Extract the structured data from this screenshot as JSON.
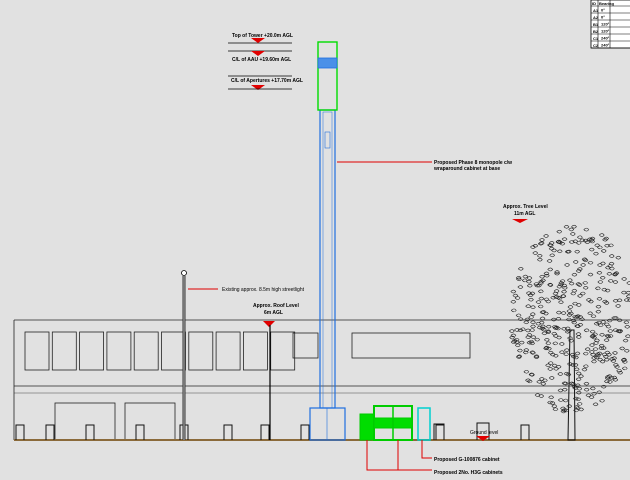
{
  "levels": {
    "top_of_tower": "Top of Tower +20.0m AGL",
    "cl_aau": "C/L of AAU +19.60m AGL",
    "cl_apertures": "C/L of Apertures +17.70m AGL",
    "tree_level_1": "Approx. Tree Level",
    "tree_level_2": "11m AGL",
    "roof_level_1": "Approx. Roof Level",
    "roof_level_2": "6m AGL",
    "ground_level": "Ground level"
  },
  "annotations": {
    "monopole_1": "Proposed Phase 8 monopole c/w",
    "monopole_2": "wraparound cabinet at base",
    "streetlight": "Existing approx. 8.5m high streetlight",
    "g_cabinet": "Proposed G-100876 cabinet",
    "h3g_cabinets": "Proposed 2No. H3G cabinets"
  },
  "table": {
    "headers": [
      "ID",
      "Bearing"
    ],
    "rows": [
      [
        "A1",
        "0°"
      ],
      [
        "A2",
        "0°"
      ],
      [
        "B1",
        "120°"
      ],
      [
        "B2",
        "120°"
      ],
      [
        "C1",
        "240°"
      ],
      [
        "C2",
        "240°"
      ]
    ]
  },
  "colors": {
    "background": "#e1e1e1",
    "mast": "#1e6fe0",
    "antenna": "#00dd00",
    "h3g_cabinet": "#00dd00",
    "g_cabinet": "#00d8d8",
    "leader": "#e00000",
    "ground": "#8a6a3a"
  }
}
